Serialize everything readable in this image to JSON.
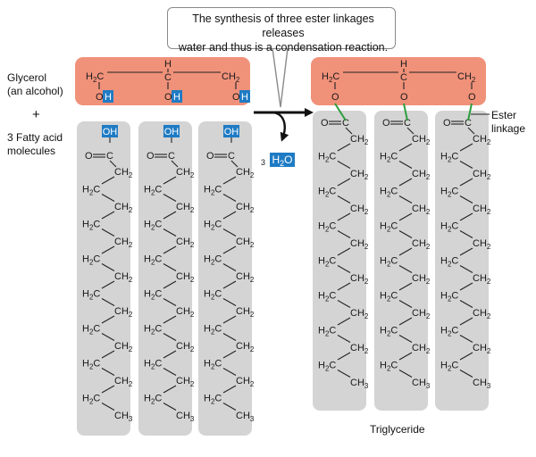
{
  "callout": {
    "line1": "The synthesis of three ester linkages releases",
    "line2": "water and thus is a condensation reaction."
  },
  "labels": {
    "glycerol_line1": "Glycerol",
    "glycerol_line2": "(an alcohol)",
    "plus": "+",
    "fatty_line1": "3 Fatty acid",
    "fatty_line2": "molecules",
    "ester_line1": "Ester",
    "ester_line2": "linkage",
    "triglyceride": "Triglyceride",
    "water_coef": "3",
    "water_formula": "H2O"
  },
  "glycerol": {
    "left_carbon": "H2C",
    "middle_h": "H",
    "middle_c": "C",
    "right_carbon": "CH2",
    "oxygen": "O",
    "hydrogen": "H"
  },
  "fatty_acid": {
    "hydroxyl": "OH",
    "carbonyl_o": "O",
    "carbonyl_c": "C",
    "ch2": "CH2",
    "h2c": "H2C",
    "terminal": "CH3"
  },
  "colors": {
    "glycerol_fill": "#f0917a",
    "chain_fill": "#d4d4d4",
    "highlight_blue": "#1e7bc4",
    "ester_bond": "#2e9e3e"
  }
}
